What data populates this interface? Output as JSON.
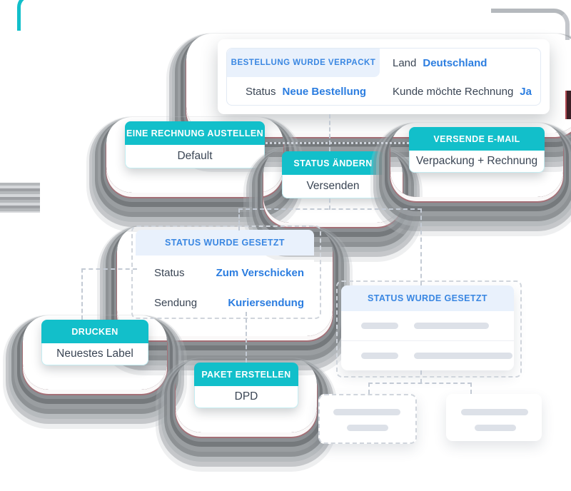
{
  "colors": {
    "teal": "#12bfca",
    "value_blue": "#2b7de0",
    "header_blue_text": "#3a87e2",
    "header_blue_bg": "#e9f1fc",
    "text_dark": "#3a4554",
    "connector_gray": "#c3cad4",
    "placeholder_gray": "#dde1e8"
  },
  "cards": {
    "bestellung": {
      "header": "BESTELLUNG WURDE VERPACKT",
      "land_label": "Land",
      "land_value": "Deutschland",
      "status_label": "Status",
      "status_value": "Neue Bestellung",
      "invoice_label": "Kunde möchte Rechnung",
      "invoice_value": "Ja"
    },
    "rechnung": {
      "header": "EINE RECHNUNG AUSTELLEN",
      "body": "Default"
    },
    "status_aendern": {
      "header": "STATUS ÄNDERN",
      "body": "Versenden"
    },
    "email": {
      "header": "VERSENDE E-MAIL",
      "body": "Verpackung + Rechnung"
    },
    "status_links": {
      "header": "STATUS WURDE GESETZT",
      "rows": [
        {
          "label": "Status",
          "value": "Zum Verschicken"
        },
        {
          "label": "Sendung",
          "value": "Kuriersendung"
        }
      ]
    },
    "drucken": {
      "header": "DRUCKEN",
      "body": "Neuestes Label"
    },
    "paket": {
      "header": "PAKET ERSTELLEN",
      "body": "DPD"
    },
    "status_rechts": {
      "header": "STATUS WURDE GESETZT",
      "placeholder_rows": 2
    },
    "placeholder_left": {
      "placeholder_lines": 2
    },
    "placeholder_right": {
      "placeholder_lines": 2
    }
  }
}
